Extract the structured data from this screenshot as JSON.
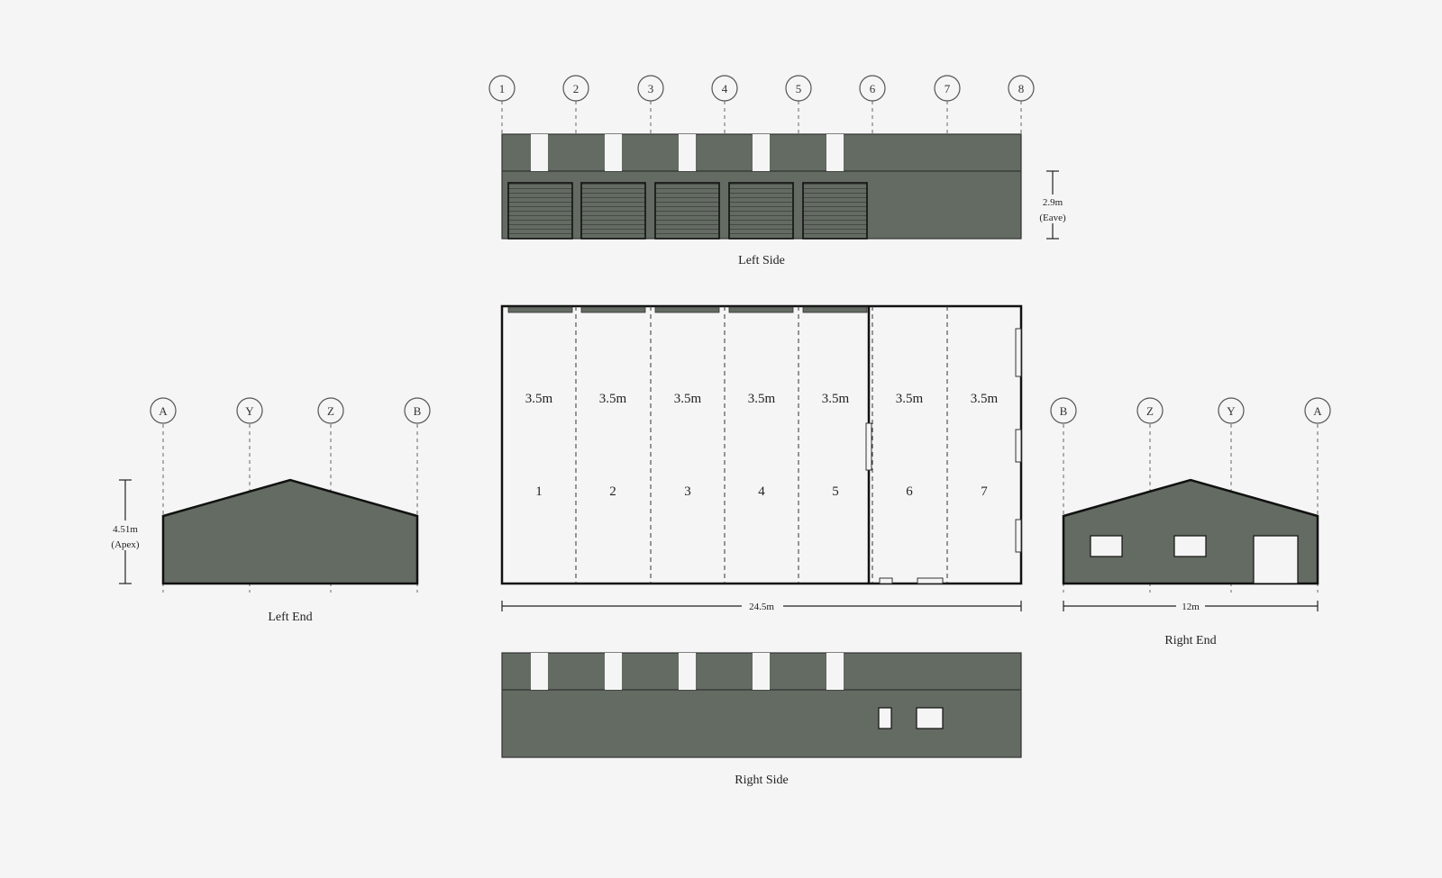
{
  "colors": {
    "background": "#f5f5f5",
    "cladding": "#636b62",
    "outline": "#111111",
    "grid": "#666666",
    "white": "#f5f5f5"
  },
  "grid_lines": {
    "length": [
      "1",
      "2",
      "3",
      "4",
      "5",
      "6",
      "7",
      "8"
    ],
    "left_end": [
      "A",
      "Y",
      "Z",
      "B"
    ],
    "right_end": [
      "B",
      "Z",
      "Y",
      "A"
    ]
  },
  "views": {
    "left_side": "Left Side",
    "right_side": "Right Side",
    "left_end": "Left End",
    "right_end": "Right End"
  },
  "dimensions": {
    "eave_value": "2.9m",
    "eave_note": "(Eave)",
    "apex_value": "4.51m",
    "apex_note": "(Apex)",
    "length": "24.5m",
    "width": "12m"
  },
  "plan": {
    "bay_widths": [
      "3.5m",
      "3.5m",
      "3.5m",
      "3.5m",
      "3.5m",
      "3.5m",
      "3.5m"
    ],
    "bay_numbers": [
      "1",
      "2",
      "3",
      "4",
      "5",
      "6",
      "7"
    ]
  }
}
